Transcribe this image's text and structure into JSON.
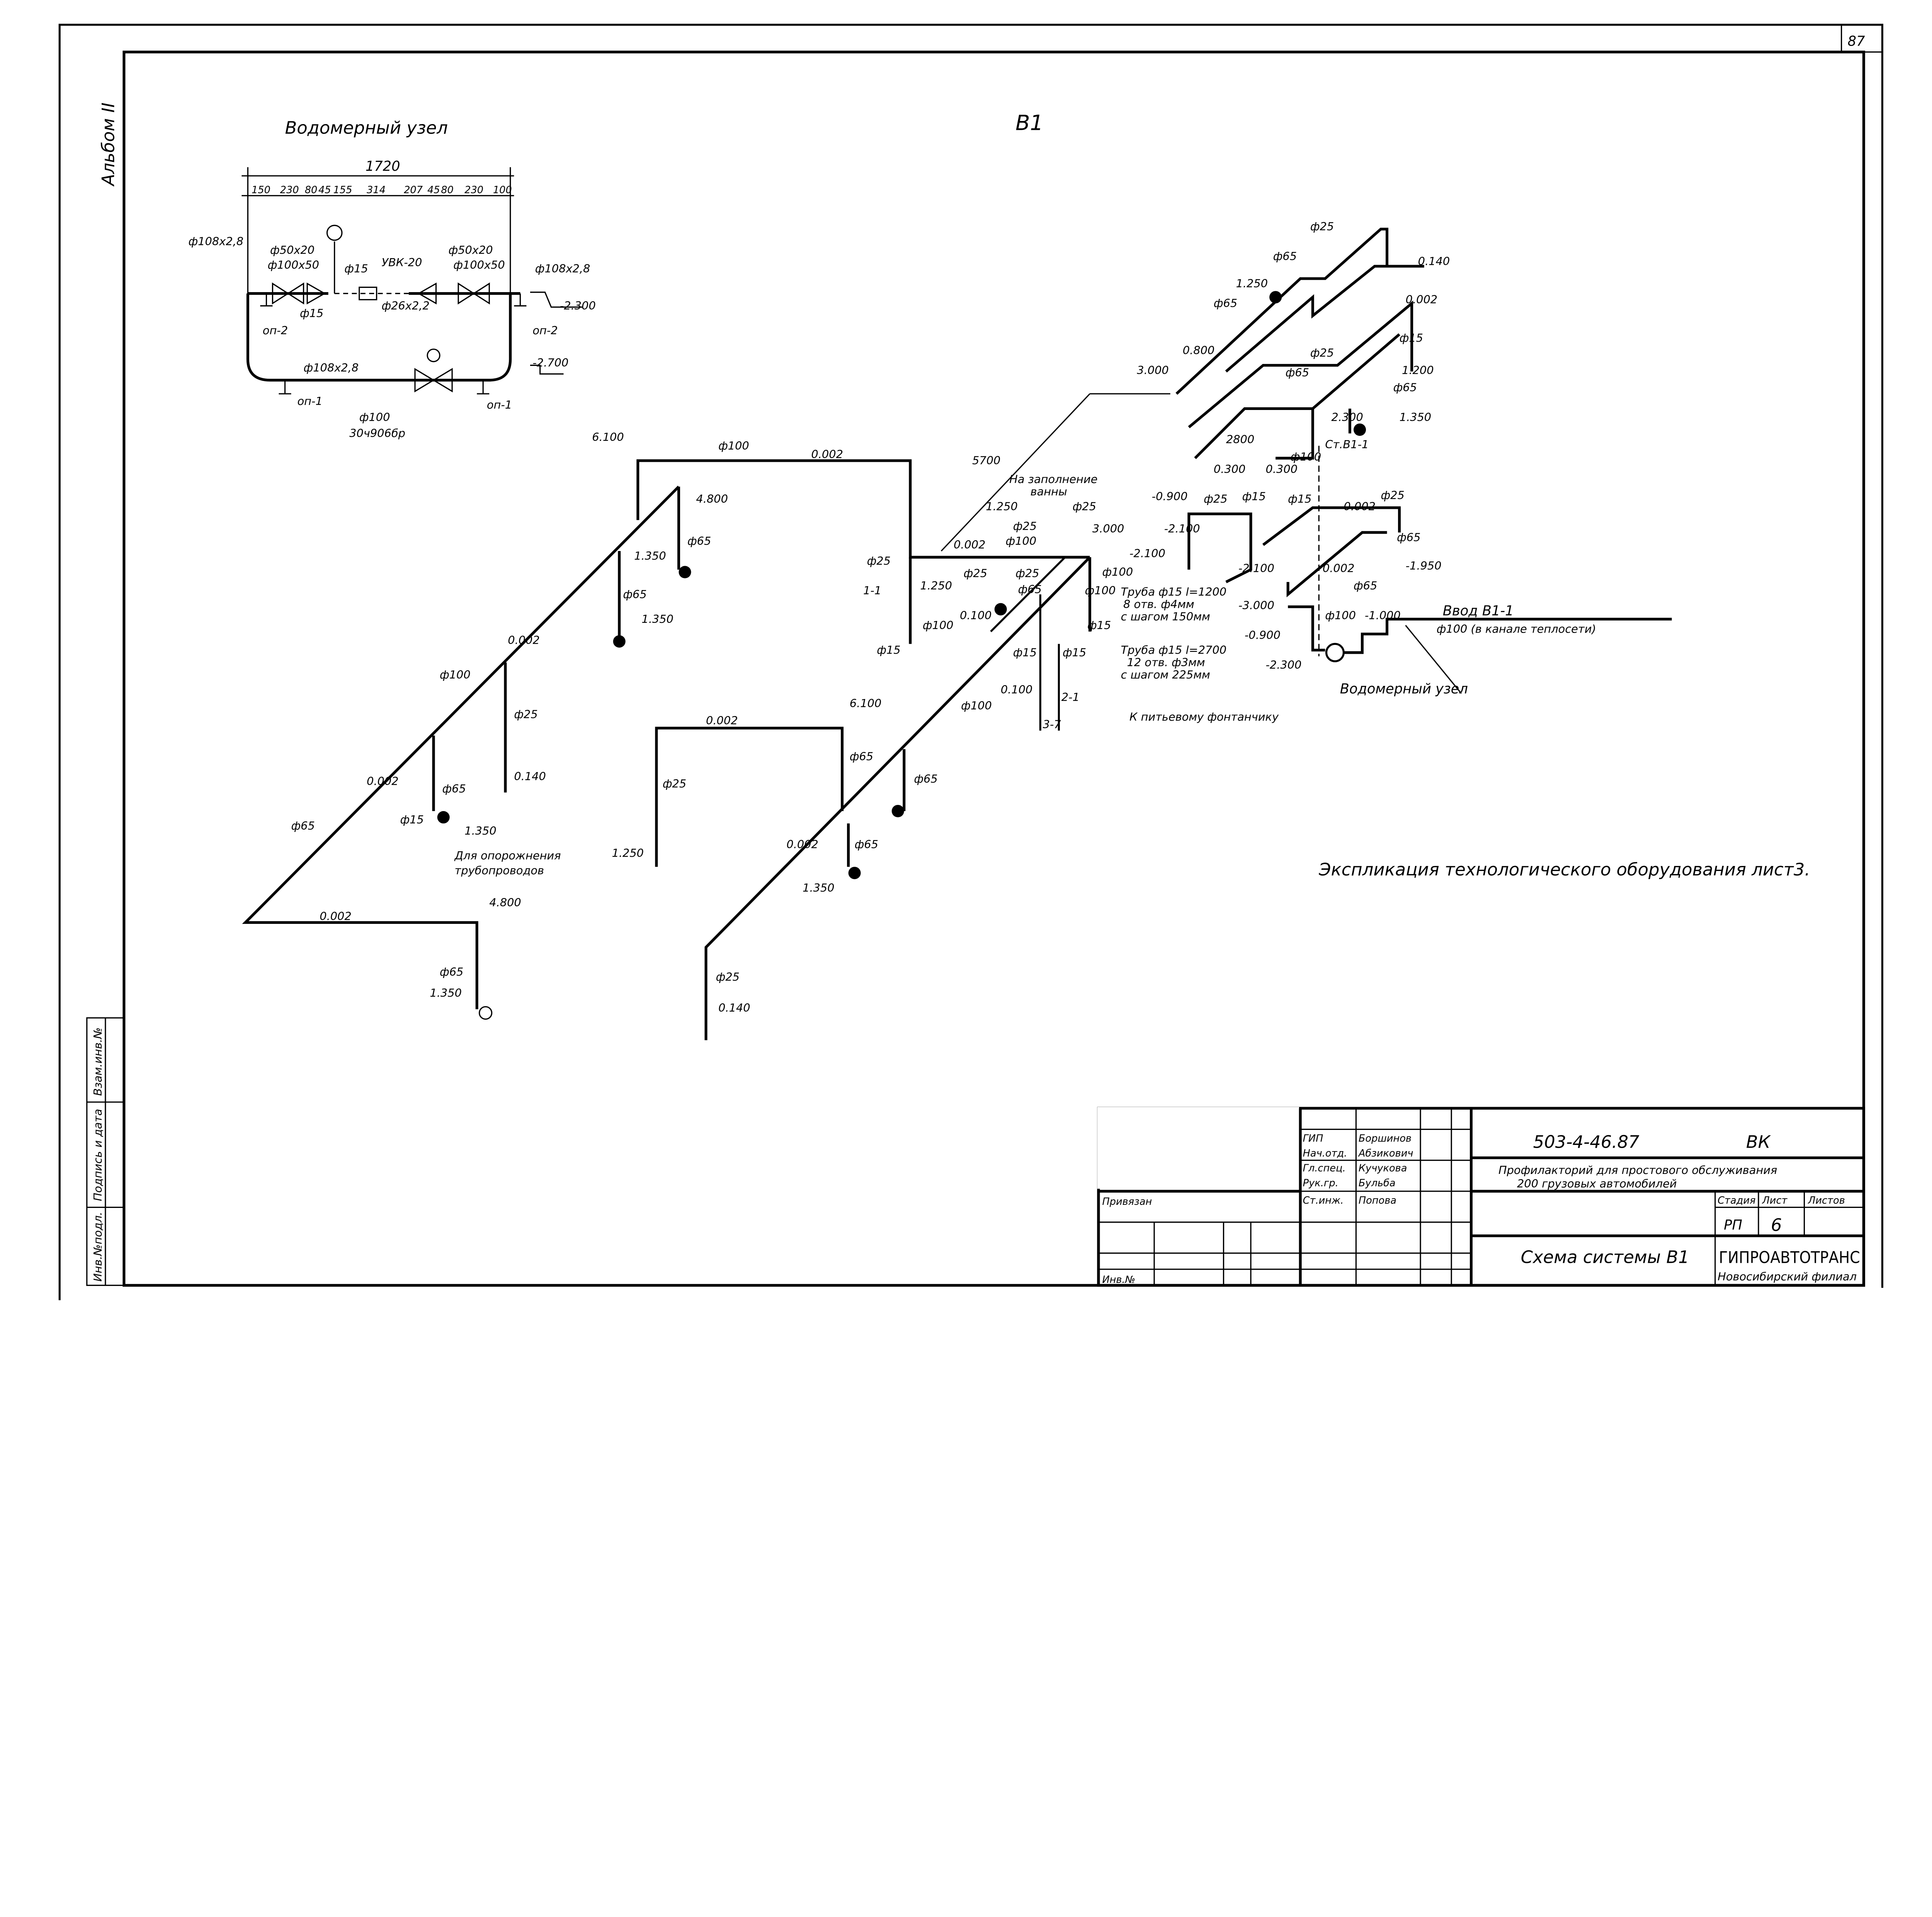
{
  "sheet": {
    "page_number": "87",
    "album": "Альбом II",
    "system_title": "В1",
    "side_stamp": [
      "Инв.№подл.",
      "Подпись и дата",
      "Взам.инв.№"
    ]
  },
  "meter_node": {
    "title": "Водомерный узел",
    "total_dim": "1720",
    "dims": [
      "150",
      "230",
      "80",
      "45",
      "155",
      "314",
      "207",
      "45",
      "80",
      "230",
      "100"
    ],
    "labels": [
      "ф108x2,8",
      "ф50x20",
      "ф100x50",
      "ф15",
      "ф15",
      "УВК-20",
      "ф26x2,2",
      "ф50x20",
      "ф100x50",
      "ф108x2,8",
      "-2.300",
      "оп-2",
      "оп-2",
      "ф108x2,8",
      "-2.700",
      "оп-1",
      "оп-1",
      "ф100",
      "30ч906бр"
    ]
  },
  "main": {
    "labels": [
      "6.100",
      "ф100",
      "0.002",
      "4.800",
      "ф65",
      "1.350",
      "ф65",
      "1.350",
      "0.002",
      "ф100",
      "ф25",
      "0.140",
      "0.002",
      "ф65",
      "ф15",
      "1.350",
      "Для опорожнения",
      "трубопроводов",
      "ф65",
      "0.002",
      "4.800",
      "ф65",
      "1.350",
      "ф25",
      "0.002",
      "1.250",
      "ф25",
      "ф100",
      "1.250",
      "1-1",
      "ф15",
      "ф100",
      "0.100",
      "0.002",
      "6.100",
      "ф65",
      "ф65",
      "ф100",
      "ф65",
      "ф25",
      "0.002",
      "1.350",
      "ф25",
      "0.140",
      "ф15",
      "ф15",
      "0.100",
      "2-1",
      "3-7",
      "К питьевому фонтанчику",
      "На заполнение",
      "ванны",
      "ф25",
      "1.250",
      "ф25",
      "ф100",
      "ф25",
      "ф65",
      "3.000",
      "-2.100",
      "ф100",
      "ф15",
      "Труба ф15 l=1200",
      "8 отв. ф4мм",
      "с шагом 150мм",
      "Труба ф15 l=2700",
      "12 отв. ф3мм",
      "с шагом 225мм",
      "5700"
    ],
    "iso_labels": [
      "ф25",
      "ф65",
      "0.140",
      "1.250",
      "ф65",
      "0.002",
      "0.800",
      "3.000",
      "ф15",
      "ф25",
      "ф65",
      "1.200",
      "ф65",
      "2.300",
      "1.350",
      "2800",
      "Ст.В1-1",
      "0.300",
      "0.300",
      "ф100",
      "-0.900",
      "ф25",
      "ф15",
      "ф15",
      "0.002",
      "ф25",
      "ф65",
      "-1.950",
      "ф65",
      "-3.000",
      "-0.900",
      "ф100",
      "-1.000",
      "-2.300",
      "-2.100",
      "-2.100",
      "0.002"
    ],
    "input_label": "Ввод В1-1",
    "input_sub": "ф100 (в канале теплосети)",
    "meter_ref": "Водомерный узел",
    "note": "Экспликация технологического оборудования лист3."
  },
  "title_block": {
    "roles": [
      "ГИП",
      "Нач.отд.",
      "Гл.спец.",
      "Рук.гр.",
      "Ст.инж."
    ],
    "names": [
      "Боршинов",
      "Абзикович",
      "Кучукова",
      "Бульба",
      "Попова"
    ],
    "code": "503-4-46.87",
    "mark": "ВК",
    "project": "Профилакторий для простового обслуживания",
    "project2": "200 грузовых автомобилей",
    "stage_h": "Стадия",
    "sheet_h": "Лист",
    "sheets_h": "Листов",
    "stage": "РП",
    "sheet": "6",
    "drawing": "Схема системы В1",
    "org": "ГИПРОАВТОТРАНС",
    "branch": "Новосибирский филиал",
    "bound": "Привязан",
    "inv": "Инв.№"
  }
}
